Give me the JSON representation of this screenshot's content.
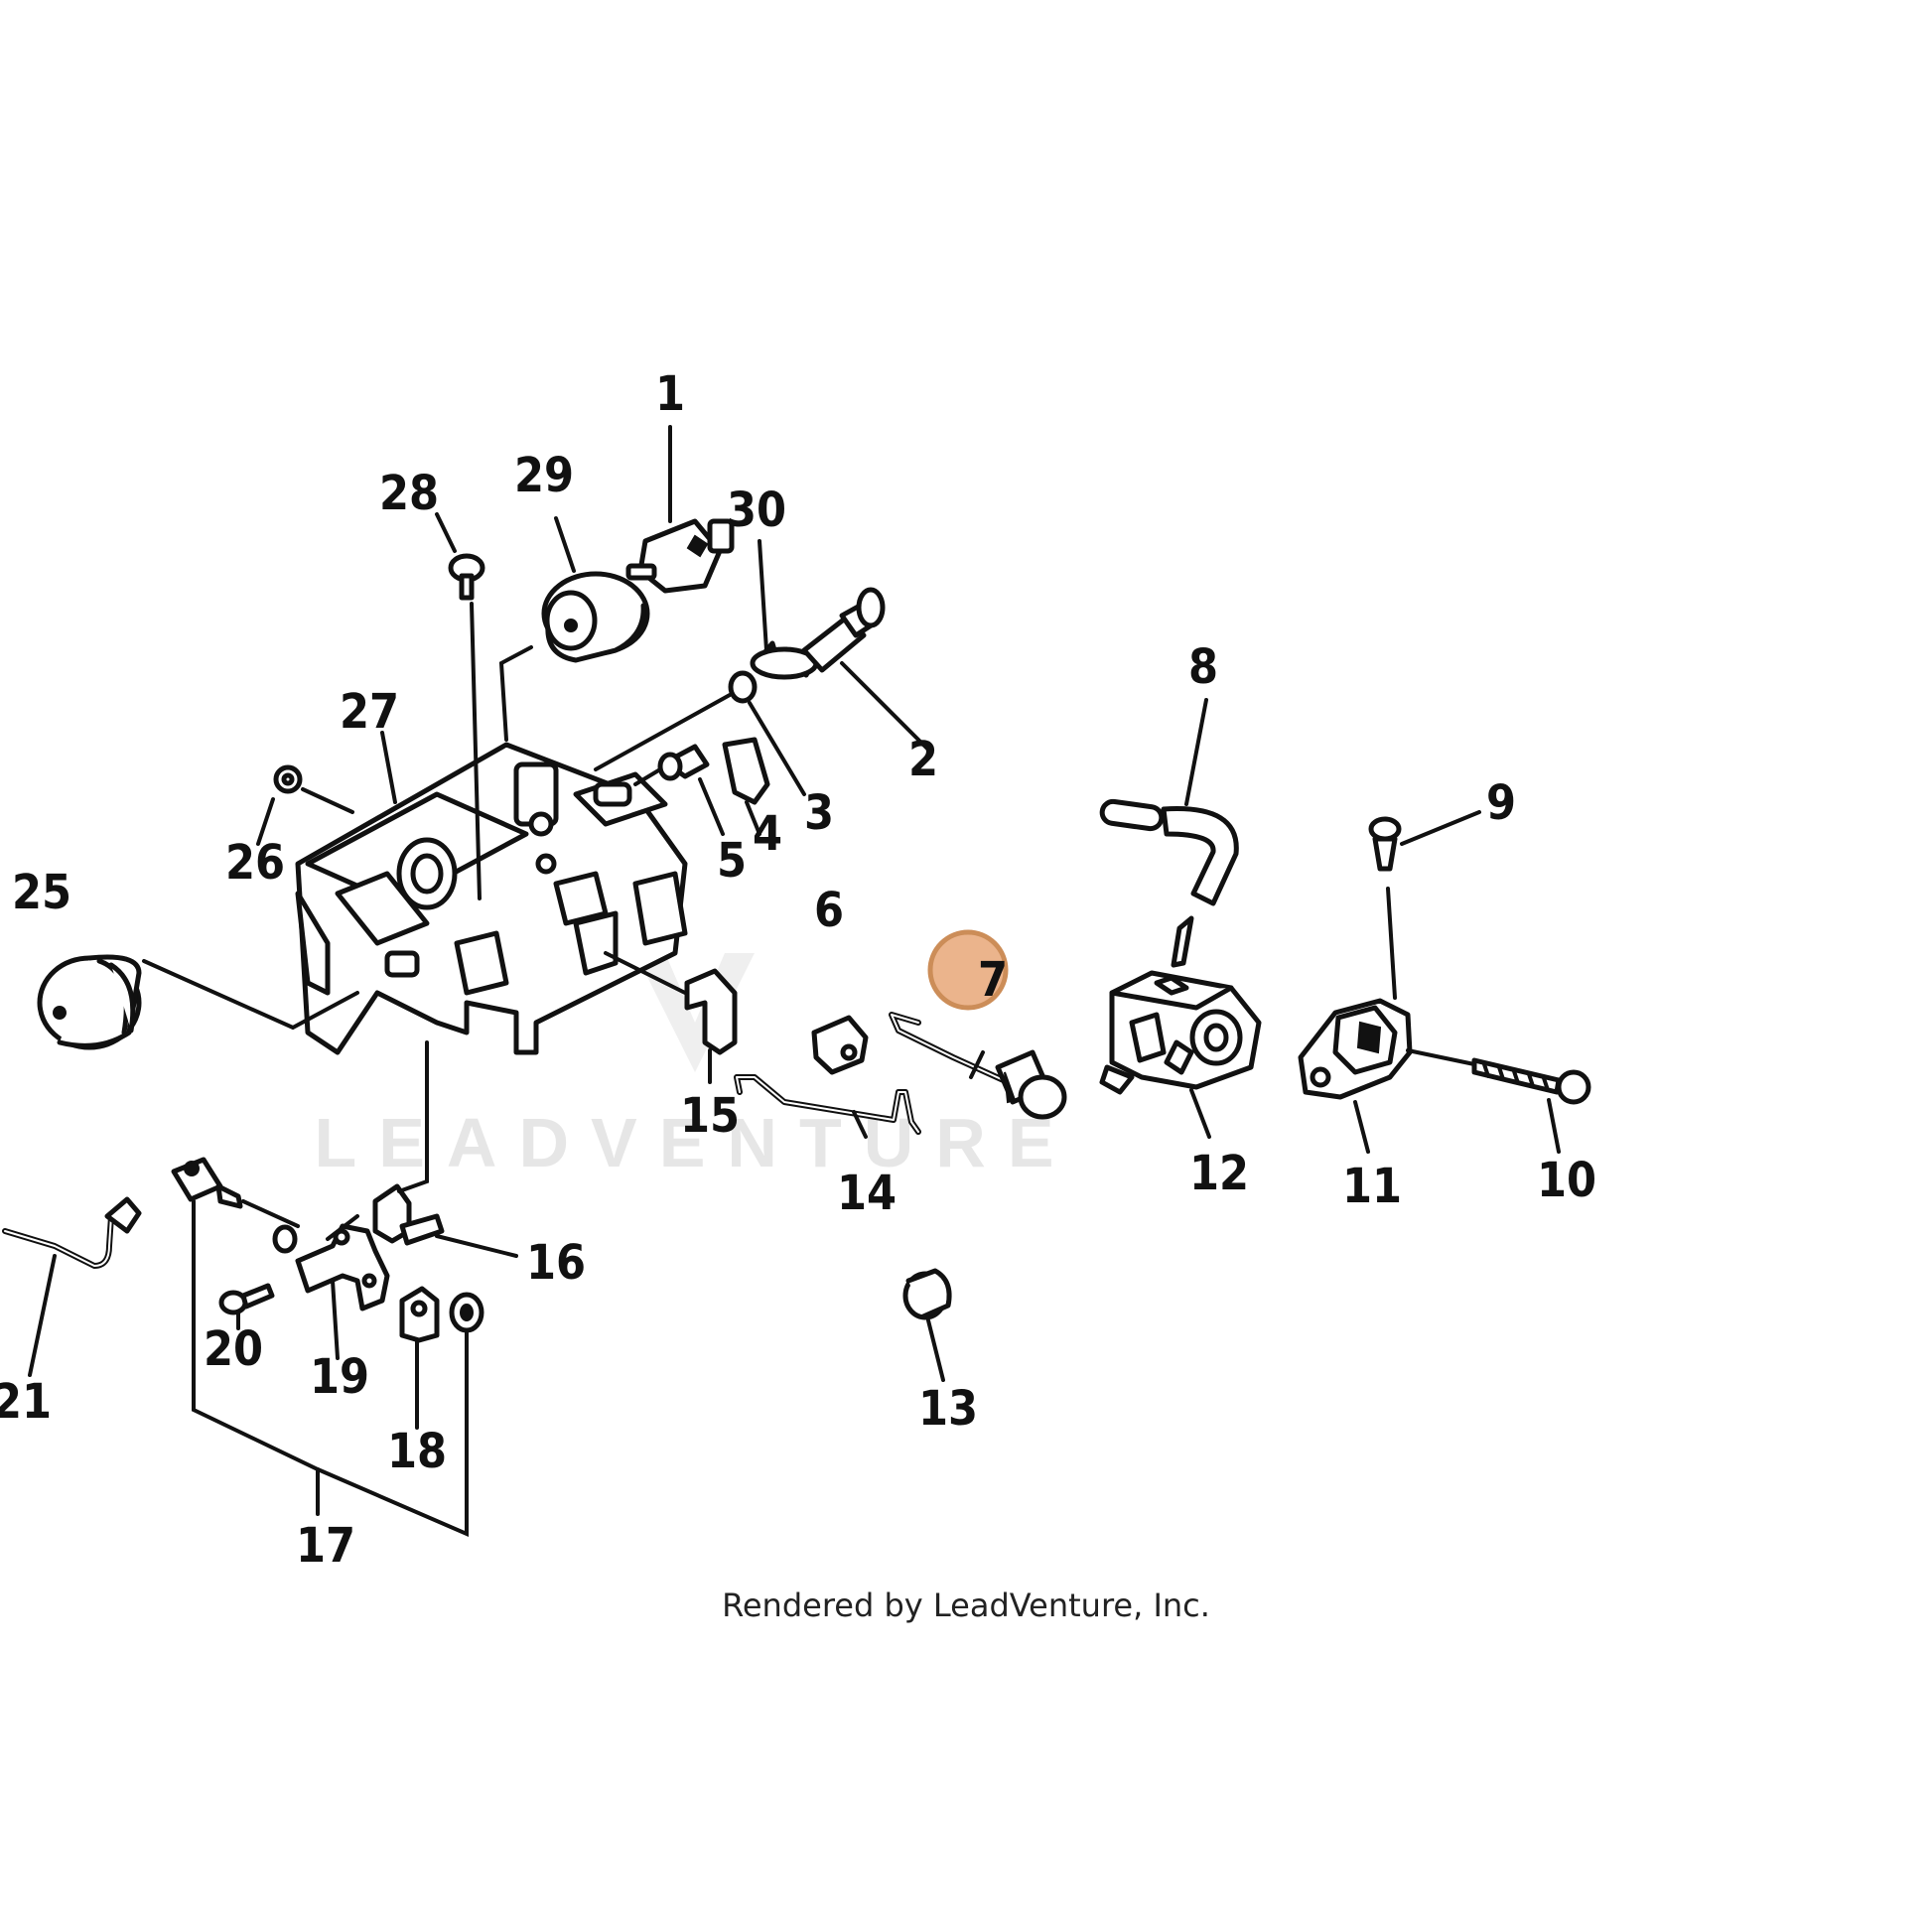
{
  "diagram": {
    "callouts": [
      "1",
      "2",
      "3",
      "4",
      "5",
      "6",
      "7",
      "8",
      "9",
      "10",
      "11",
      "12",
      "13",
      "14",
      "15",
      "16",
      "17",
      "18",
      "19",
      "20",
      "21",
      "25",
      "26",
      "27",
      "28",
      "29",
      "30"
    ],
    "highlighted_callout": "7",
    "highlight_color": "#e8a878"
  },
  "watermark_text": "LEADVENTURE",
  "credit": "Rendered by LeadVenture, Inc."
}
